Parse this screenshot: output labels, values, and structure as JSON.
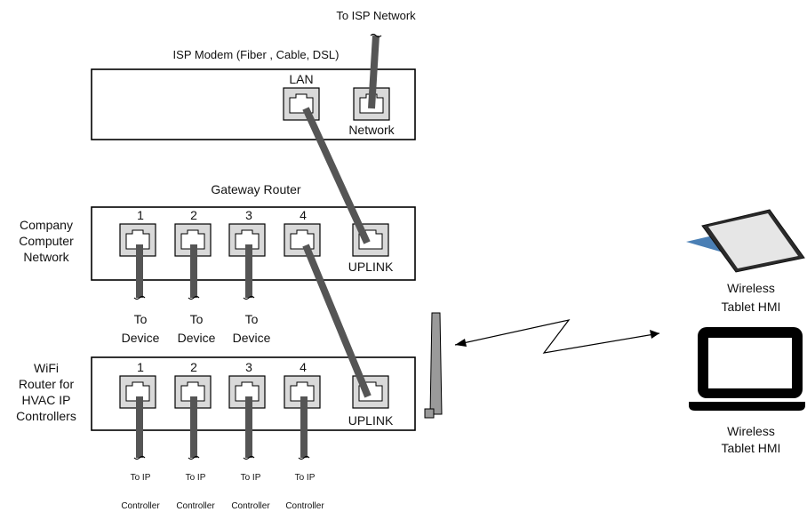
{
  "isp": {
    "to_network_label": "To ISP Network",
    "title": "ISP Modem  (Fiber , Cable, DSL)",
    "lan_label": "LAN",
    "network_label": "Network"
  },
  "gateway": {
    "title": "Gateway Router",
    "side_label_1": "Company",
    "side_label_2": "Computer",
    "side_label_3": "Network",
    "ports": [
      "1",
      "2",
      "3",
      "4"
    ],
    "uplink_label": "UPLINK",
    "device_top": [
      "To",
      "To",
      "To"
    ],
    "device_bottom": [
      "Device",
      "Device",
      "Device"
    ]
  },
  "wifi": {
    "side_label_1": "WiFi",
    "side_label_2": "Router for",
    "side_label_3": "HVAC IP",
    "side_label_4": "Controllers",
    "ports": [
      "1",
      "2",
      "3",
      "4"
    ],
    "uplink_label": "UPLINK",
    "controller_top": [
      "To IP",
      "To IP",
      "To IP",
      "To IP"
    ],
    "controller_bottom": [
      "Controller",
      "Controller",
      "Controller",
      "Controller"
    ]
  },
  "hmi": {
    "tablet_label_1": "Wireless",
    "tablet_label_2": "Tablet HMI",
    "laptop_label_1": "Wireless",
    "laptop_label_2": "Tablet HMI"
  },
  "colors": {
    "cable": "#555555",
    "jack_fill": "#d9d9d9",
    "tablet_accent": "#4a7fb5"
  }
}
